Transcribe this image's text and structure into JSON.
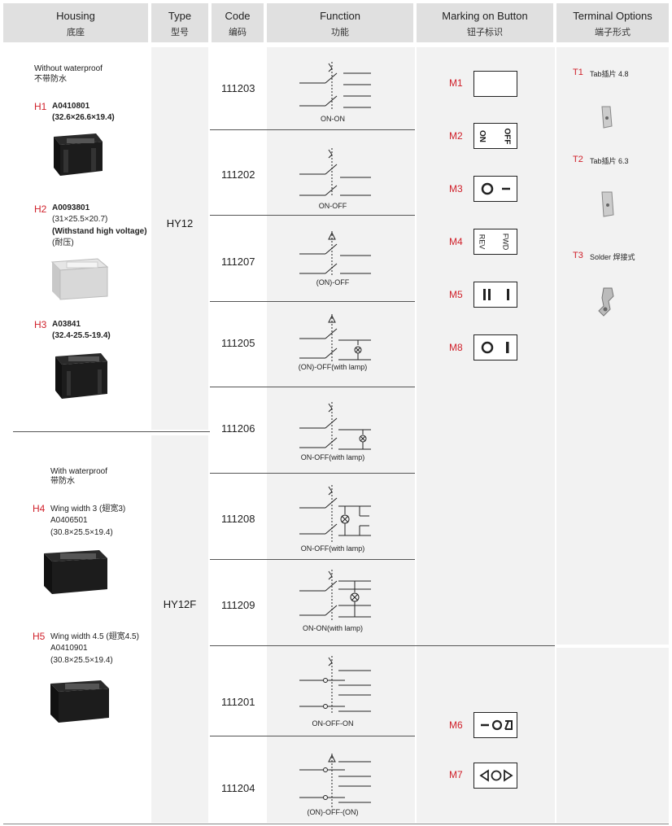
{
  "headers": [
    {
      "en": "Housing",
      "cn": "底座"
    },
    {
      "en": "Type",
      "cn": "型号"
    },
    {
      "en": "Code",
      "cn": "编码"
    },
    {
      "en": "Function",
      "cn": "功能"
    },
    {
      "en": "Marking on Button",
      "cn": "钮子标识"
    },
    {
      "en": "Terminal Options",
      "cn": "端子形式"
    }
  ],
  "housing": {
    "group1_en": "Without waterproof",
    "group1_cn": "不带防水",
    "group2_en": "With waterproof",
    "group2_cn": "带防水",
    "items": [
      {
        "label": "H1",
        "code": "A0410801",
        "dims": "(32.6×26.6×19.4)"
      },
      {
        "label": "H2",
        "code": "A0093801",
        "dims": "(31×25.5×20.7)",
        "note": "(Withstand high voltage)",
        "note_cn": "(耐压)"
      },
      {
        "label": "H3",
        "code": "A03841",
        "dims": "(32.4-25.5-19.4)"
      },
      {
        "label": "H4",
        "desc": "Wing width 3 (翅宽3)",
        "code": "A0406501",
        "dims": "(30.8×25.5×19.4)"
      },
      {
        "label": "H5",
        "desc": "Wing width 4.5 (翅宽4.5)",
        "code": "A0410901",
        "dims": "(30.8×25.5×19.4)"
      }
    ]
  },
  "types": [
    "HY12",
    "HY12F"
  ],
  "rows": [
    {
      "code": "111203",
      "fn": "ON-ON"
    },
    {
      "code": "111202",
      "fn": "ON-OFF"
    },
    {
      "code": "111207",
      "fn": "(ON)-OFF"
    },
    {
      "code": "111205",
      "fn": "(ON)-OFF(with lamp)"
    },
    {
      "code": "111206",
      "fn": "ON-OFF(with lamp)"
    },
    {
      "code": "111208",
      "fn": "ON-OFF(with lamp)"
    },
    {
      "code": "111209",
      "fn": "ON-ON(with lamp)"
    },
    {
      "code": "111201",
      "fn": "ON-OFF-ON"
    },
    {
      "code": "111204",
      "fn": "(ON)-OFF-(ON)"
    }
  ],
  "markings": [
    {
      "label": "M1"
    },
    {
      "label": "M2",
      "a": "ON",
      "b": "OFF"
    },
    {
      "label": "M3"
    },
    {
      "label": "M4",
      "a": "REV",
      "b": "FWD"
    },
    {
      "label": "M5"
    },
    {
      "label": "M8"
    },
    {
      "label": "M6"
    },
    {
      "label": "M7"
    }
  ],
  "terminals": [
    {
      "label": "T1",
      "desc": "Tab插片 4.8"
    },
    {
      "label": "T2",
      "desc": "Tab插片 6.3"
    },
    {
      "label": "T3",
      "desc": "Solder 焊接式"
    }
  ],
  "colors": {
    "accent": "#d0202a",
    "header_bg": "#e0e0e0",
    "cell_bg": "#f2f2f2"
  }
}
